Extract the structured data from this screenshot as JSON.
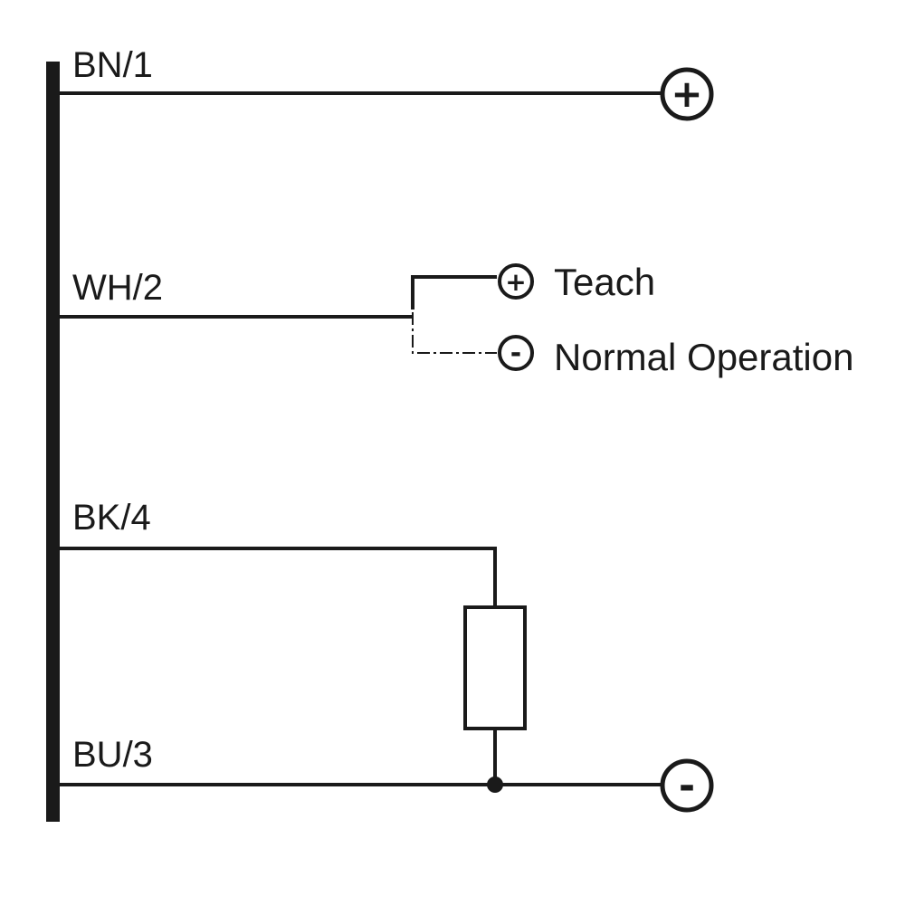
{
  "wires": {
    "bn": "BN/1",
    "wh": "WH/2",
    "bk": "BK/4",
    "bu": "BU/3"
  },
  "terminals": {
    "supply_plus": "+",
    "supply_minus": "-",
    "teach_plus": "+",
    "normal_minus": "-"
  },
  "switch": {
    "teach_label": "Teach",
    "normal_label": "Normal Operation"
  },
  "colors": {
    "line": "#1a1a1a",
    "background": "#ffffff"
  }
}
